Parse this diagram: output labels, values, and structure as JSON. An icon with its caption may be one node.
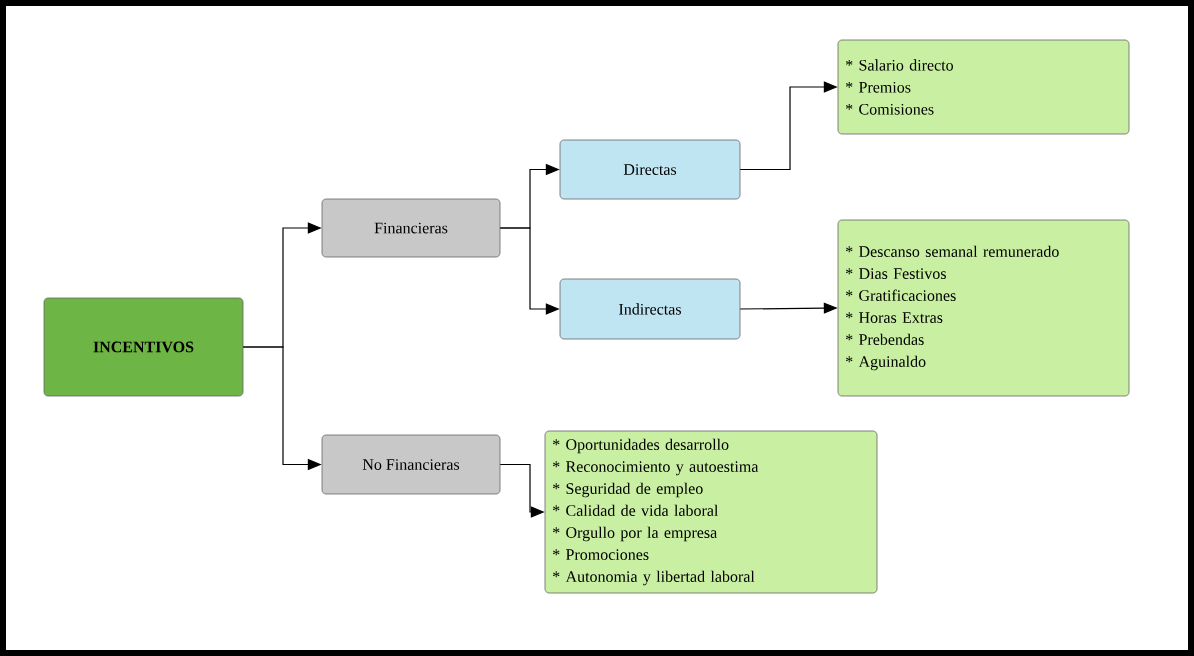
{
  "diagram": {
    "nodes": [
      {
        "text": [
          "INCENTIVOS"
        ]
      },
      {
        "text": [
          "Financieras"
        ]
      },
      {
        "text": [
          "No Financieras"
        ]
      },
      {
        "text": [
          "Directas"
        ]
      },
      {
        "text": [
          "Indirectas"
        ]
      },
      {
        "text": [
          "* Salario directo",
          "* Premios",
          "* Comisiones"
        ]
      },
      {
        "text": [
          "* Descanso semanal remunerado",
          "* Dias Festivos",
          "* Gratificaciones",
          "* Horas Extras",
          "* Prebendas",
          "* Aguinaldo"
        ]
      },
      {
        "text": [
          "* Oportunidades desarrollo",
          "* Reconocimiento y autoestima",
          "* Seguridad de empleo",
          "* Calidad de vida laboral",
          "* Orgullo por la empresa",
          "* Promociones",
          "* Autonomia y libertad laboral"
        ]
      }
    ],
    "edges": [
      {
        "from": 0,
        "to": 1,
        "arrow": "to"
      },
      {
        "from": 0,
        "to": 2,
        "arrow": "to"
      },
      {
        "from": 1,
        "to": 3,
        "arrow": "to"
      },
      {
        "from": 1,
        "to": 4,
        "arrow": "to"
      },
      {
        "from": 3,
        "to": 5,
        "arrow": "to"
      },
      {
        "from": 4,
        "to": 6,
        "arrow": "to"
      },
      {
        "from": 2,
        "to": 7,
        "arrow": "to"
      }
    ]
  }
}
